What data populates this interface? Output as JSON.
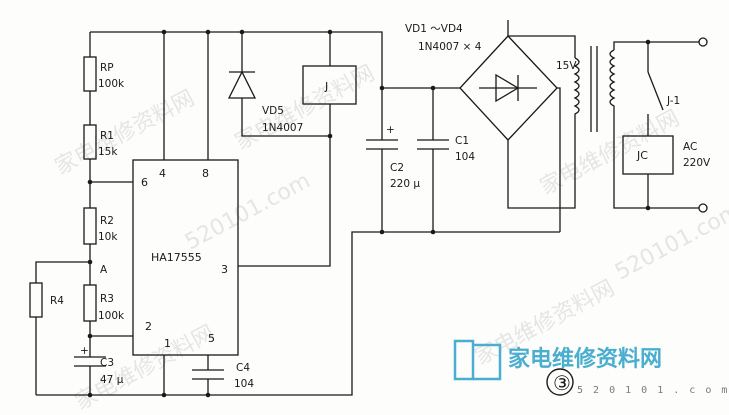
{
  "components": {
    "rp": {
      "ref": "RP",
      "value": "100k"
    },
    "r1": {
      "ref": "R1",
      "value": "15k"
    },
    "r2": {
      "ref": "R2",
      "value": "10k"
    },
    "r3": {
      "ref": "R3",
      "value": "100k"
    },
    "r4": {
      "ref": "R4"
    },
    "node_a": "A",
    "c3": {
      "ref": "C3",
      "value": "47 μ"
    },
    "c4": {
      "ref": "C4",
      "value": "104"
    },
    "c1": {
      "ref": "C1",
      "value": "104"
    },
    "c2": {
      "ref": "C2",
      "value": "220 μ"
    },
    "ic": {
      "ref": "HA17555",
      "pins": [
        "4",
        "8",
        "6",
        "3",
        "2",
        "1",
        "5"
      ]
    },
    "vd5": {
      "ref": "VD5",
      "value": "1N4007"
    },
    "relay": {
      "ref": "J",
      "contact": "J-1",
      "load": "JC"
    },
    "bridge": {
      "ref": "VD1 ～VD4",
      "value": "1N4007 × 4"
    },
    "transformer": {
      "secondary": "15V"
    },
    "mains": {
      "label": "AC",
      "voltage": "220V"
    },
    "c2_polarity": "+",
    "c3_polarity": "+"
  },
  "figure_number": "③",
  "watermark": {
    "site": "家电维修资料网",
    "url": "520101.com",
    "logo_url": "5 2 0 1 0 1 . c o m",
    "brand_color": "#4aaed0"
  }
}
